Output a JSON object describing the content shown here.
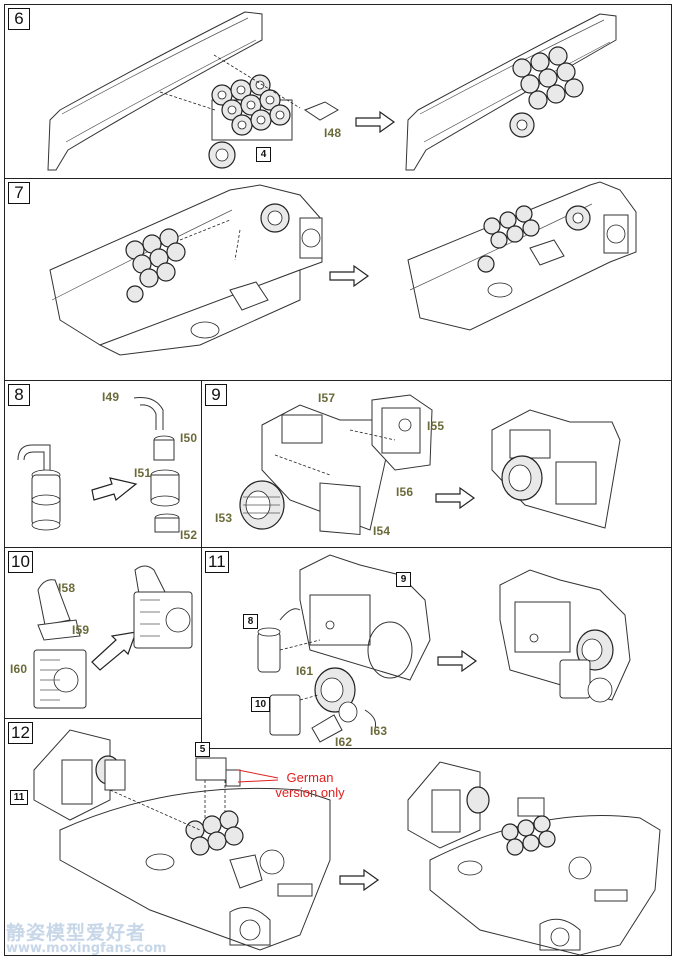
{
  "steps": [
    {
      "number": "6"
    },
    {
      "number": "7"
    },
    {
      "number": "8"
    },
    {
      "number": "9"
    },
    {
      "number": "10"
    },
    {
      "number": "11"
    },
    {
      "number": "12"
    }
  ],
  "parts": {
    "p48": "I48",
    "p49": "I49",
    "p50": "I50",
    "p51": "I51",
    "p52": "I52",
    "p53": "I53",
    "p54": "I54",
    "p55": "I55",
    "p56": "I56",
    "p57": "I57",
    "p58": "I58",
    "p59": "I59",
    "p60": "I60",
    "p61": "I61",
    "p62": "I62",
    "p63": "I63"
  },
  "refs": {
    "r4": "4",
    "r9": "9",
    "r8": "8",
    "r10": "10",
    "r5": "5",
    "r11": "11"
  },
  "note": {
    "line1": "German",
    "line2": "version only"
  },
  "watermark": {
    "line1": "静姿模型爱好者",
    "line2": "www.moxingfans.com"
  },
  "colors": {
    "part_label": "#6a6a3a",
    "note": "#e02020",
    "frame": "#222222"
  }
}
